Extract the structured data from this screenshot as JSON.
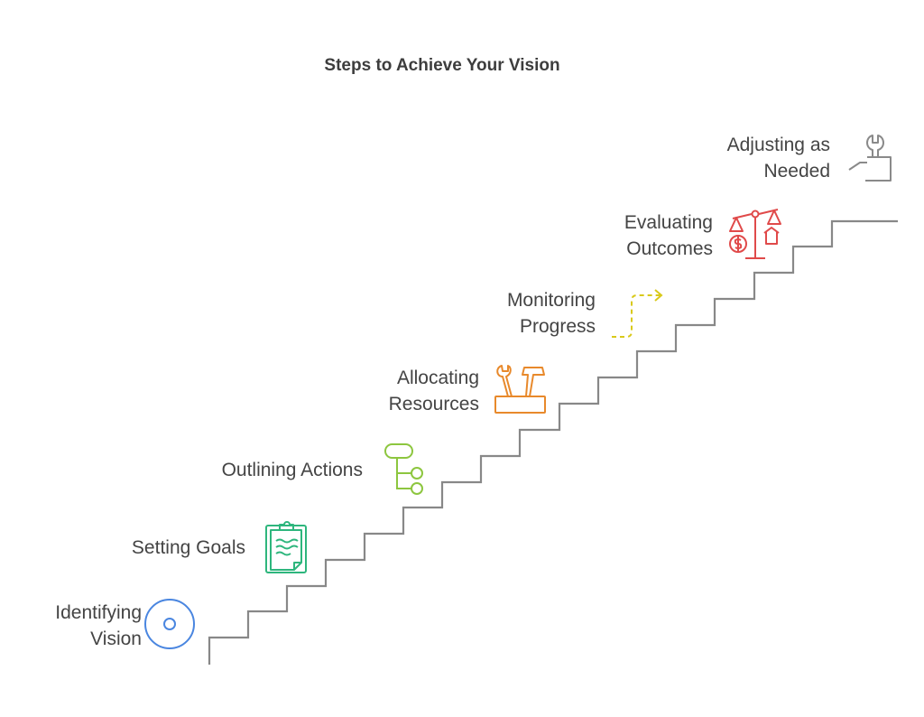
{
  "title": "Steps to Achieve Your Vision",
  "steps": [
    {
      "line1": "Identifying",
      "line2": "Vision",
      "icon": "target-icon",
      "color": "#4a86e0"
    },
    {
      "line1": "Setting Goals",
      "line2": "",
      "icon": "clipboard-icon",
      "color": "#2eb67d"
    },
    {
      "line1": "Outlining Actions",
      "line2": "",
      "icon": "flowchart-icon",
      "color": "#8dc63f"
    },
    {
      "line1": "Allocating",
      "line2": "Resources",
      "icon": "toolbox-icon",
      "color": "#e8892b"
    },
    {
      "line1": "Monitoring",
      "line2": "Progress",
      "icon": "dashed-arrow-icon",
      "color": "#d9c91a"
    },
    {
      "line1": "Evaluating",
      "line2": "Outcomes",
      "icon": "balance-scale-icon",
      "color": "#e04a4a"
    },
    {
      "line1": "Adjusting as",
      "line2": "Needed",
      "icon": "wrench-hand-icon",
      "color": "#8a8a8a"
    }
  ],
  "stair_color": "#888888"
}
